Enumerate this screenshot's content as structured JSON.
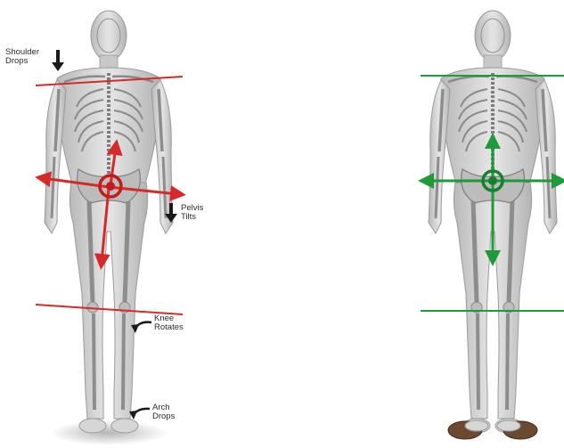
{
  "figures": [
    {
      "name": "misaligned-figure",
      "accent_color": "#d42a2a",
      "annotations": [
        {
          "id": "shoulder",
          "lines": [
            "Shoulder",
            "Drops"
          ],
          "icon": "arrow-down-icon"
        },
        {
          "id": "pelvis",
          "lines": [
            "Pelvis",
            "Tilts"
          ],
          "icon": "arrow-down-icon"
        },
        {
          "id": "knee",
          "lines": [
            "Knee",
            "Rotates"
          ],
          "icon": "curved-arrow-icon"
        },
        {
          "id": "arch",
          "lines": [
            "Arch",
            "Drops"
          ],
          "icon": "curved-arrow-icon"
        }
      ]
    },
    {
      "name": "aligned-figure",
      "accent_color": "#1f9a3a",
      "footwear": "sandals"
    }
  ],
  "colors": {
    "skeleton_fill": "#c9c9c9",
    "skeleton_stroke": "#8a8a8a",
    "bone_light": "#e8e8e8",
    "background": "#ffffff"
  }
}
